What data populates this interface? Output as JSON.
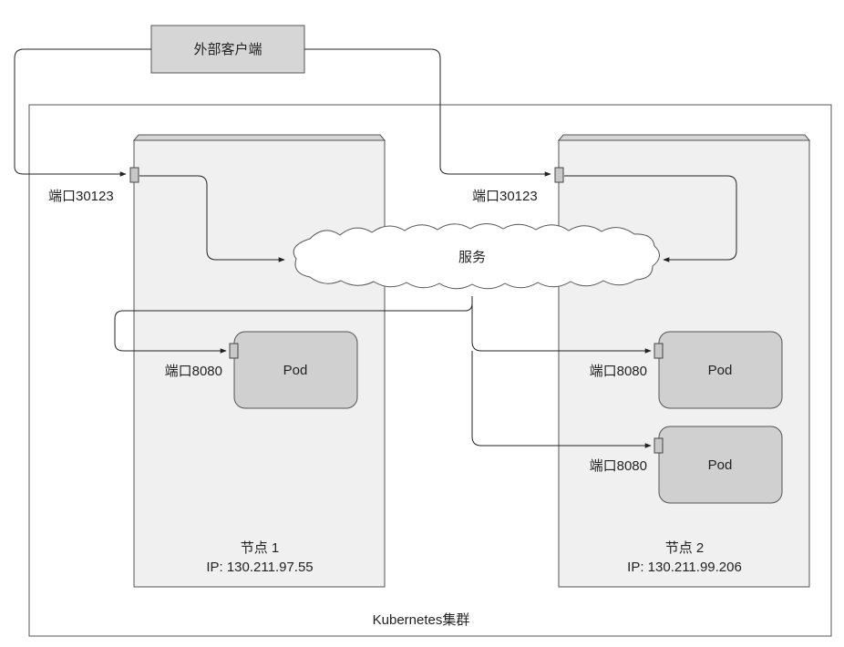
{
  "client": {
    "label": "外部客户端"
  },
  "cluster": {
    "label": "Kubernetes集群"
  },
  "service": {
    "label": "服务"
  },
  "nodes": [
    {
      "name": "节点 1",
      "ip": "IP: 130.211.97.55",
      "node_port": "端口30123",
      "pods": [
        {
          "label": "Pod",
          "port": "端口8080"
        }
      ]
    },
    {
      "name": "节点 2",
      "ip": "IP: 130.211.99.206",
      "node_port": "端口30123",
      "pods": [
        {
          "label": "Pod",
          "port": "端口8080"
        },
        {
          "label": "Pod",
          "port": "端口8080"
        }
      ]
    }
  ]
}
